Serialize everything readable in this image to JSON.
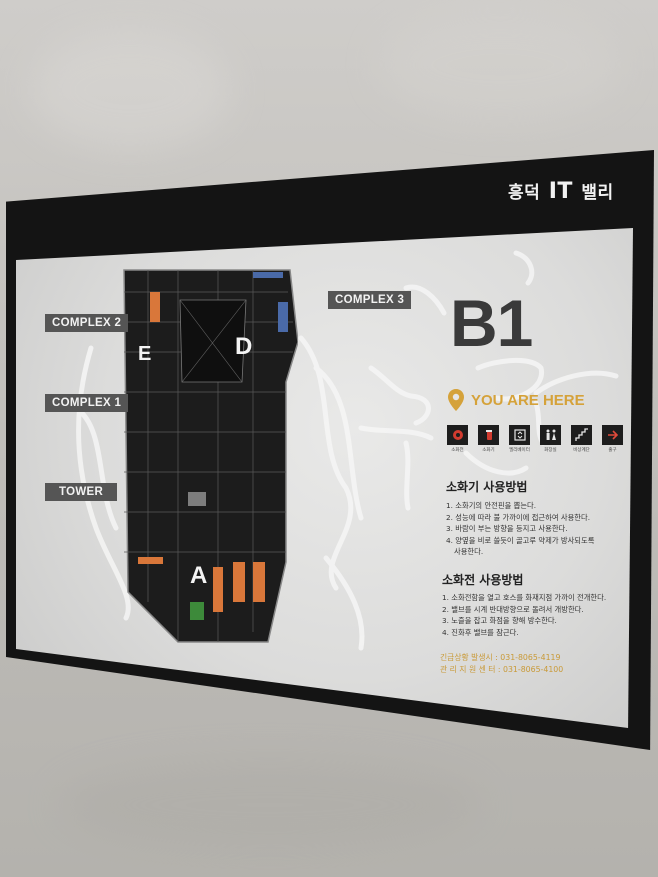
{
  "sign": {
    "brand": {
      "pre": "흥덕",
      "it": "IT",
      "post": "밸리"
    },
    "callouts": {
      "complex3": "COMPLEX 3",
      "complex2": "COMPLEX 2",
      "complex1": "COMPLEX 1",
      "tower": "TOWER"
    },
    "zones": {
      "e": "E",
      "d": "D",
      "a": "A"
    },
    "floor": "B1",
    "you_are_here": "YOU ARE HERE",
    "icons": [
      {
        "name": "extinguisher-icon",
        "label": "소화전"
      },
      {
        "name": "fire-hose-icon",
        "label": "소화기"
      },
      {
        "name": "elevator-icon",
        "label": "엘리베이터"
      },
      {
        "name": "restroom-icon",
        "label": "화장실"
      },
      {
        "name": "stairs-icon",
        "label": "비상계단"
      },
      {
        "name": "exit-arrow-icon",
        "label": "출구"
      }
    ],
    "extinguisher": {
      "title": "소화기 사용방법",
      "steps": [
        "1. 소화기의 안전핀을 뽑는다.",
        "2. 성능에 따라 불 가까이에 접근하여 사용한다.",
        "3. 바람이 부는 방향을 등지고 사용한다.",
        "4. 양옆을 비로 쓸듯이 골고루 약제가 방사되도록",
        "사용한다."
      ]
    },
    "hydrant": {
      "title": "소화전 사용방법",
      "steps": [
        "1. 소화전함을 열고 호스를 화재지점 가까이 전개한다.",
        "2. 밸브를 시계 반대방향으로 돌려서 개방한다.",
        "3. 노즐을 잡고 화점을 향해 방수한다.",
        "4. 진화후 밸브를 잠근다."
      ]
    },
    "contacts": [
      "긴급상황 발생시 : 031-8065-4119",
      "관 리 지 원 센 터 : 031-8065-4100"
    ],
    "colors": {
      "frame": "#141414",
      "accent_gold": "#d5a23a",
      "callout_bg": "#555555",
      "parking_orange": "#d9773a",
      "parking_blue": "#4a6aa8",
      "green_area": "#3d8a3a"
    }
  }
}
